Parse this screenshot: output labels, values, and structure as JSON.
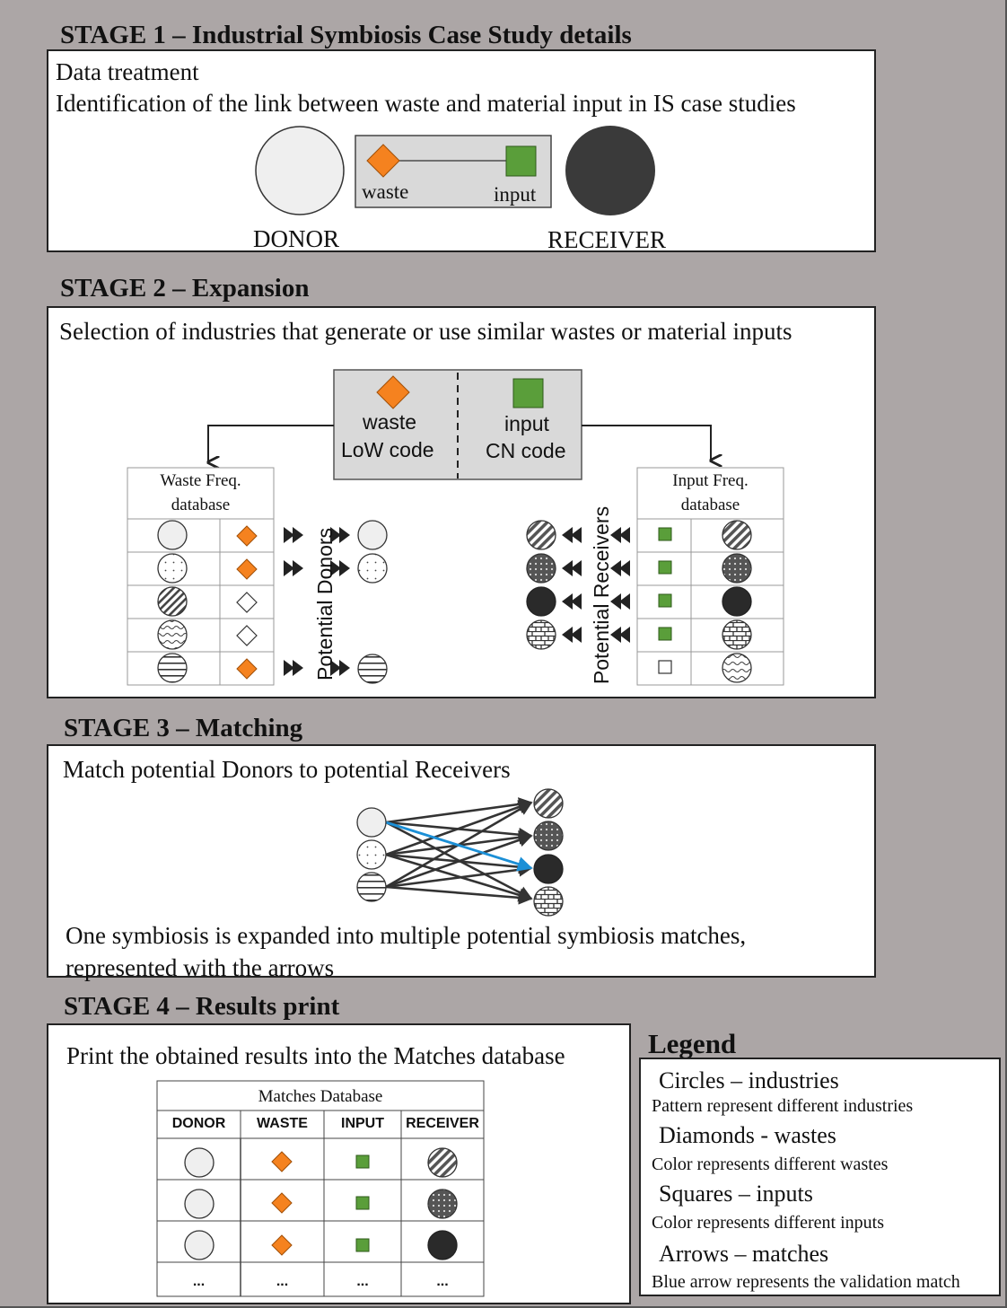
{
  "stage1": {
    "title": "STAGE 1 – Industrial Symbiosis Case Study details",
    "line1": "Data treatment",
    "line2": "Identification of the link between waste and material input in IS case studies",
    "waste_label": "waste",
    "input_label": "input",
    "donor_label": "DONOR",
    "receiver_label": "RECEIVER"
  },
  "stage2": {
    "title": "STAGE 2 – Expansion",
    "description": "Selection of industries that generate or use similar wastes or material inputs",
    "waste_label": "waste",
    "waste_code": "LoW code",
    "input_label": "input",
    "input_code": "CN code",
    "waste_db_line1": "Waste Freq.",
    "waste_db_line2": "database",
    "input_db_line1": "Input Freq.",
    "input_db_line2": "database",
    "potential_donors": "Potential Donors",
    "potential_receivers": "Potential Receivers"
  },
  "stage3": {
    "title": "STAGE 3 – Matching",
    "description": "Match potential Donors to potential Receivers",
    "footer_line1": "One symbiosis is expanded into multiple potential symbiosis matches,",
    "footer_line2": "represented with the arrows"
  },
  "stage4": {
    "title": "STAGE 4 – Results print",
    "description": "Print the obtained results into the Matches database",
    "table_title": "Matches Database",
    "columns": [
      "DONOR",
      "WASTE",
      "INPUT",
      "RECEIVER"
    ],
    "ellipsis": [
      "...",
      "...",
      "...",
      "..."
    ]
  },
  "legend": {
    "title": "Legend",
    "items": [
      {
        "heading": "Circles – industries",
        "note": "Pattern represent different industries"
      },
      {
        "heading": "Diamonds - wastes",
        "note": "Color represents different wastes"
      },
      {
        "heading": "Squares – inputs",
        "note": "Color represents different inputs"
      },
      {
        "heading": "Arrows – matches",
        "note": "Blue arrow represents the validation match"
      }
    ]
  },
  "colors": {
    "background": "#aca6a6",
    "waste_orange": "#f5821f",
    "input_green": "#5a9e3a",
    "validation_blue": "#1b8fd6",
    "receiver_dark": "#333333",
    "donor_light": "#eeeeee"
  }
}
